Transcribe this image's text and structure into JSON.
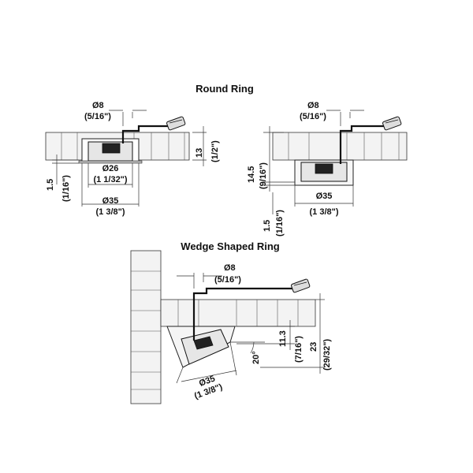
{
  "headings": {
    "round_ring": "Round Ring",
    "wedge_ring": "Wedge Shaped Ring"
  },
  "left": {
    "wire_dia": "Ø8",
    "wire_dia_in": "(5/16\")",
    "depth": "13",
    "depth_in": "(1/2\")",
    "thick": "1.5",
    "thick_in": "(1/16\")",
    "ring_dia": "Ø26",
    "ring_dia_in": "(1 1/32\")",
    "hole_dia": "Ø35",
    "hole_dia_in": "(1 3/8\")"
  },
  "right": {
    "wire_dia": "Ø8",
    "wire_dia_in": "(5/16\")",
    "depth": "14.5",
    "depth_in": "(9/16\")",
    "hole_dia": "Ø35",
    "hole_dia_in": "(1 3/8\")",
    "thick": "1.5",
    "thick_in": "(1/16\")"
  },
  "wedge": {
    "wire_dia": "Ø8",
    "wire_dia_in": "(5/16\")",
    "depth_a": "11.3",
    "depth_a_in": "(7/16\")",
    "depth_b": "23",
    "depth_b_in": "(29/32\")",
    "angle": "20°",
    "hole_dia": "Ø35",
    "hole_dia_in": "(1 3/8\")"
  }
}
